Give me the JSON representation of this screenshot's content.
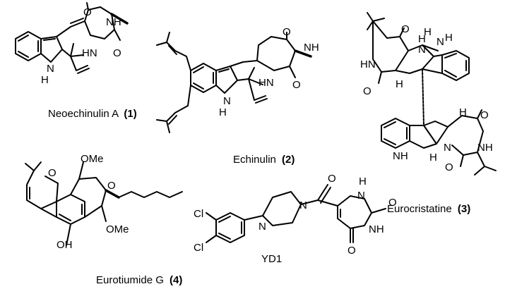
{
  "compounds": [
    {
      "name": "Neoechinulin A",
      "number": "(1)",
      "atoms": {
        "o1": "O",
        "nh1": "NH",
        "hn1": "HN",
        "o2": "O",
        "n_ind": "N",
        "h_ind": "H"
      }
    },
    {
      "name": "Echinulin",
      "number": "(2)",
      "atoms": {
        "o1": "O",
        "nh1": "NH",
        "hn1": "HN",
        "o2": "O",
        "n_ind": "N",
        "h_ind": "H"
      }
    },
    {
      "name": "Eurocristatine",
      "number": "(3)",
      "atoms": {
        "o_top": "O",
        "hn_top": "HN",
        "o_top2": "O",
        "n_top": "N",
        "h_top": "H",
        "h_top_stereo": "H",
        "h_top_stereo2": "H",
        "n_top_indoline": "N",
        "h_top_indoline": "H",
        "h_bot_stereo": "H",
        "o_bot": "O",
        "nh_bot": "NH",
        "n_bot": "N",
        "nh_bot_indoline": "NH",
        "h_bot_stereo2": "H",
        "o_bot2": "O"
      }
    },
    {
      "name": "Eurotiumide G",
      "number": "(4)",
      "atoms": {
        "o_pyran": "O",
        "ome1": "OMe",
        "o_ring": "O",
        "oh": "OH",
        "ome2": "OMe"
      }
    },
    {
      "name": "YD1",
      "number": "",
      "atoms": {
        "cl1": "Cl",
        "cl2": "Cl",
        "n1": "N",
        "n2": "N",
        "o_amide": "O",
        "h_nh": "H",
        "n_ur1": "N",
        "o_ur1": "O",
        "nh_ur": "NH",
        "o_ur2": "O"
      }
    }
  ]
}
